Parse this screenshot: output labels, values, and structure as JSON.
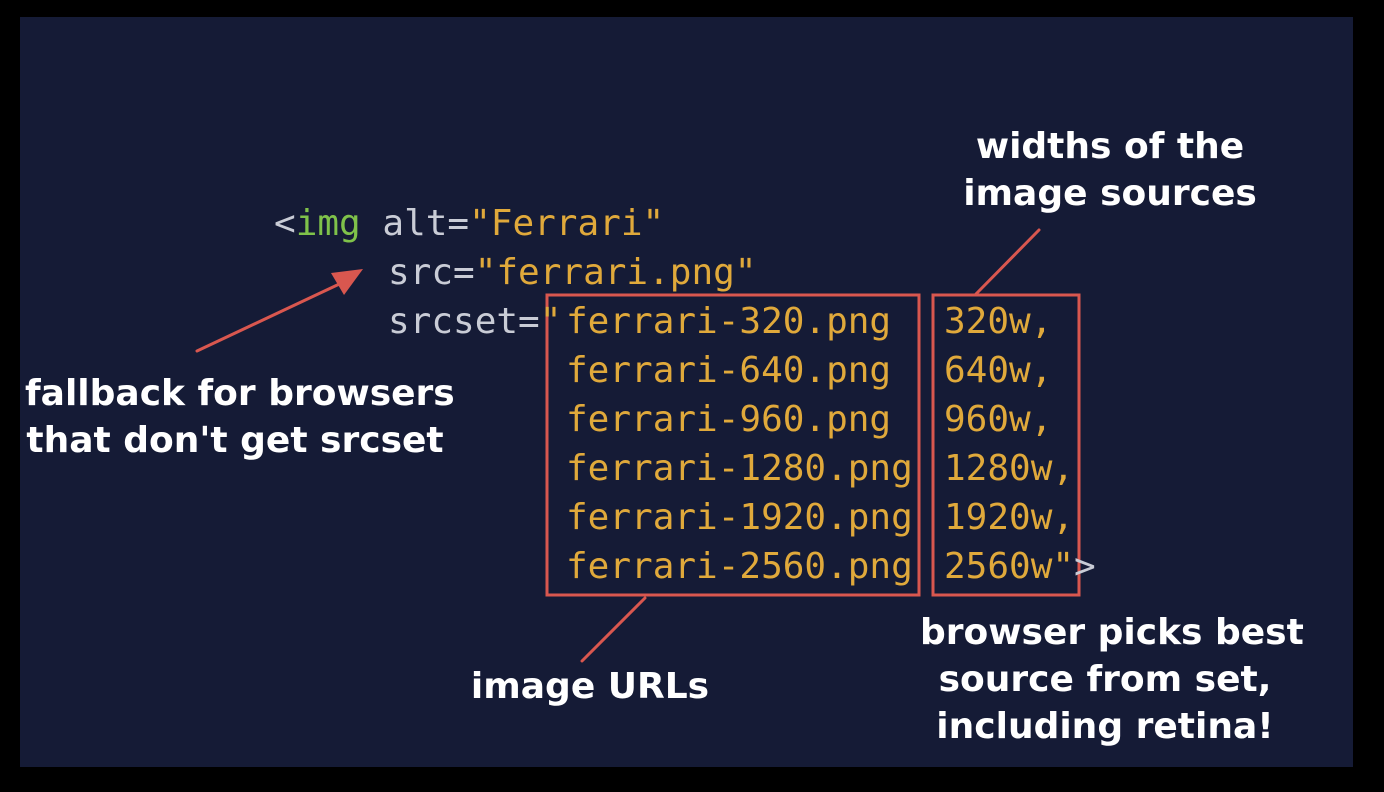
{
  "code": {
    "open_bracket": "<",
    "tag_name": "img",
    "alt_attr": "alt=",
    "alt_value": "\"Ferrari\"",
    "src_attr": "src=",
    "src_value": "\"ferrari.png\"",
    "srcset_attr": "srcset=",
    "srcset_open_quote": "\"",
    "sources": [
      {
        "url": "ferrari-320.png",
        "width": "320w,"
      },
      {
        "url": "ferrari-640.png",
        "width": "640w,"
      },
      {
        "url": "ferrari-960.png",
        "width": "960w,"
      },
      {
        "url": "ferrari-1280.png",
        "width": "1280w,"
      },
      {
        "url": "ferrari-1920.png",
        "width": "1920w,"
      },
      {
        "url": "ferrari-2560.png",
        "width": "2560w\""
      }
    ],
    "close_bracket": ">"
  },
  "annotations": {
    "widths_line1": "widths of the",
    "widths_line2": "image sources",
    "fallback_line1": "fallback for browsers",
    "fallback_line2": "that don't get srcset",
    "urls": "image URLs",
    "picks_line1": "browser picks best",
    "picks_line2": "source from set,",
    "picks_line3": "including retina!"
  },
  "colors": {
    "background": "#151b36",
    "tag": "#7fc24a",
    "string": "#e0a93b",
    "attribute": "#c9ccd6",
    "annotation_box": "#d9574f",
    "annotation_text": "#ffffff"
  }
}
